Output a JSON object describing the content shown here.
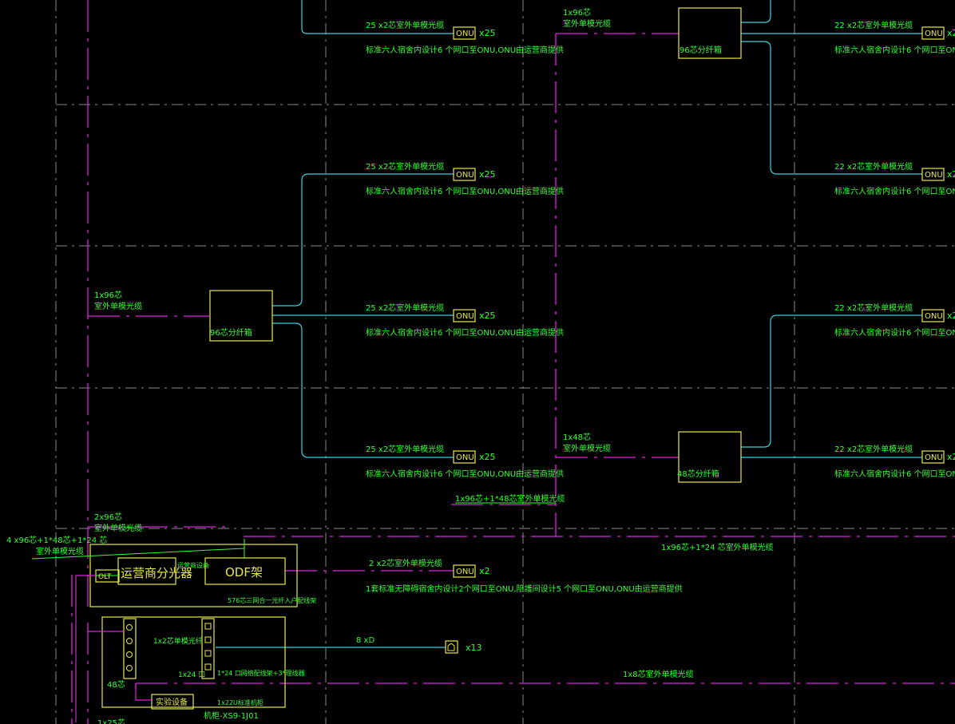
{
  "colors": {
    "background": "#000000",
    "fiber": "#3fd0e0",
    "cable": "#e020e0",
    "grid": "#8a8a8a",
    "text": "#33ff33",
    "box": "#e8e84a"
  },
  "onu_label": "ONU",
  "cable_25": "25 x2芯室外单模光缆",
  "cable_22": "22 x2芯室外单模光缆",
  "note_std": "标准六人宿舍内设计6 个网口至ONU,ONU由运营商提供",
  "count_25": "x25",
  "count_22": "x2",
  "count_2": "x2",
  "feed_96_line1": "1x96芯",
  "feed_96_line2": "室外单模光缆",
  "feed_48_line1": "1x48芯",
  "feed_48_line2": "室外单模光缆",
  "splitter_96": "96芯分纤箱",
  "splitter_48": "48芯分纤箱",
  "trunk_96_48": "1x96芯+1*48芯室外单模光缆",
  "trunk_96_24": "1x96芯+1*24 芯室外单模光缆",
  "feed_2x96_line1": "2x96芯",
  "feed_2x96_line2": "室外单模光缆",
  "feed_left_line1": "4 x96芯+1*48芯+1*24 芯",
  "feed_left_line2": "室外单模光缆",
  "olt": "OLT",
  "carrier_splitter": "运营商分光器",
  "carrier_equipment": "运营商设备",
  "odf": "ODF架",
  "odf_note": "576芯三网合一光纤入户配线架",
  "cable_2x2": "2 x2芯室外单模光缆",
  "note_special": "1套标准无障碍宿舍内设计2个网口至ONU,陪護间设计5 个网口至ONU,ONU由运营商提供",
  "patch_2": "1x2芯单模光纤",
  "patch_24_a": "1x24 口",
  "patch_24_b": "1*24 口网络配线架+3*理线器",
  "label_48": "48芯",
  "test_equipment": "实验设备",
  "cabinet_type": "1x22U标准机柜",
  "cabinet_id": "机柜-XS9-1J01",
  "data_cable": "8 xD",
  "outlet_count": "x13",
  "cable_8": "1x8芯室外单模光缆",
  "bottom_label": "1x25芯"
}
